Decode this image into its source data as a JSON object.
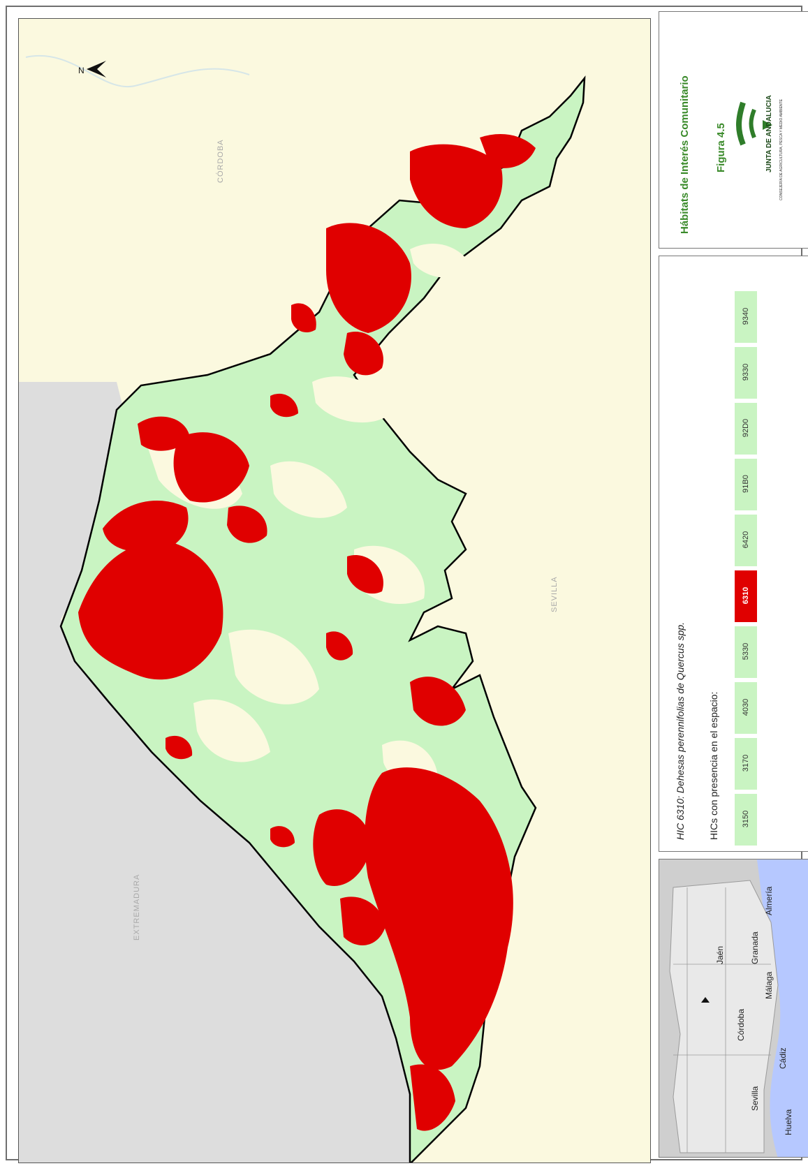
{
  "map": {
    "neighbour_labels": {
      "cordoba": "CÓRDOBA",
      "sevilla": "SEVILLA",
      "extremadura": "EXTREMADURA"
    },
    "north_arrow_letter": "N",
    "colors": {
      "background": "#fbf9df",
      "outside_grey": "#dddddd",
      "habitat_absent": "#c9f4c2",
      "habitat_6310": "#e00000",
      "boundary": "#000000"
    }
  },
  "title_panel": {
    "title": "Hábitats de Interés Comunitario",
    "figure": "Figura 4.5",
    "logo_text": "JUNTA DE ANDALUCIA",
    "logo_subtext": "CONSEJERÍA DE AGRICULTURA, PESCA Y MEDIO AMBIENTE"
  },
  "legend": {
    "habitat_title": "HIC 6310: Dehesas perennifolias de Quercus spp.",
    "presence_caption": "HICs con presencia en el espacio:",
    "codes": [
      {
        "code": "3150",
        "active": false
      },
      {
        "code": "3170",
        "active": false
      },
      {
        "code": "4030",
        "active": false
      },
      {
        "code": "5330",
        "active": false
      },
      {
        "code": "6310",
        "active": true
      },
      {
        "code": "6420",
        "active": false
      },
      {
        "code": "91B0",
        "active": false
      },
      {
        "code": "92D0",
        "active": false
      },
      {
        "code": "9330",
        "active": false
      },
      {
        "code": "9340",
        "active": false
      }
    ]
  },
  "locator": {
    "provinces": [
      "Huelva",
      "Sevilla",
      "Córdoba",
      "Cádiz",
      "Málaga",
      "Jaén",
      "Granada",
      "Almería"
    ],
    "colors": {
      "land": "#e9e9e9",
      "sea": "#b6c8ff",
      "outside": "#cfcfcf"
    }
  }
}
